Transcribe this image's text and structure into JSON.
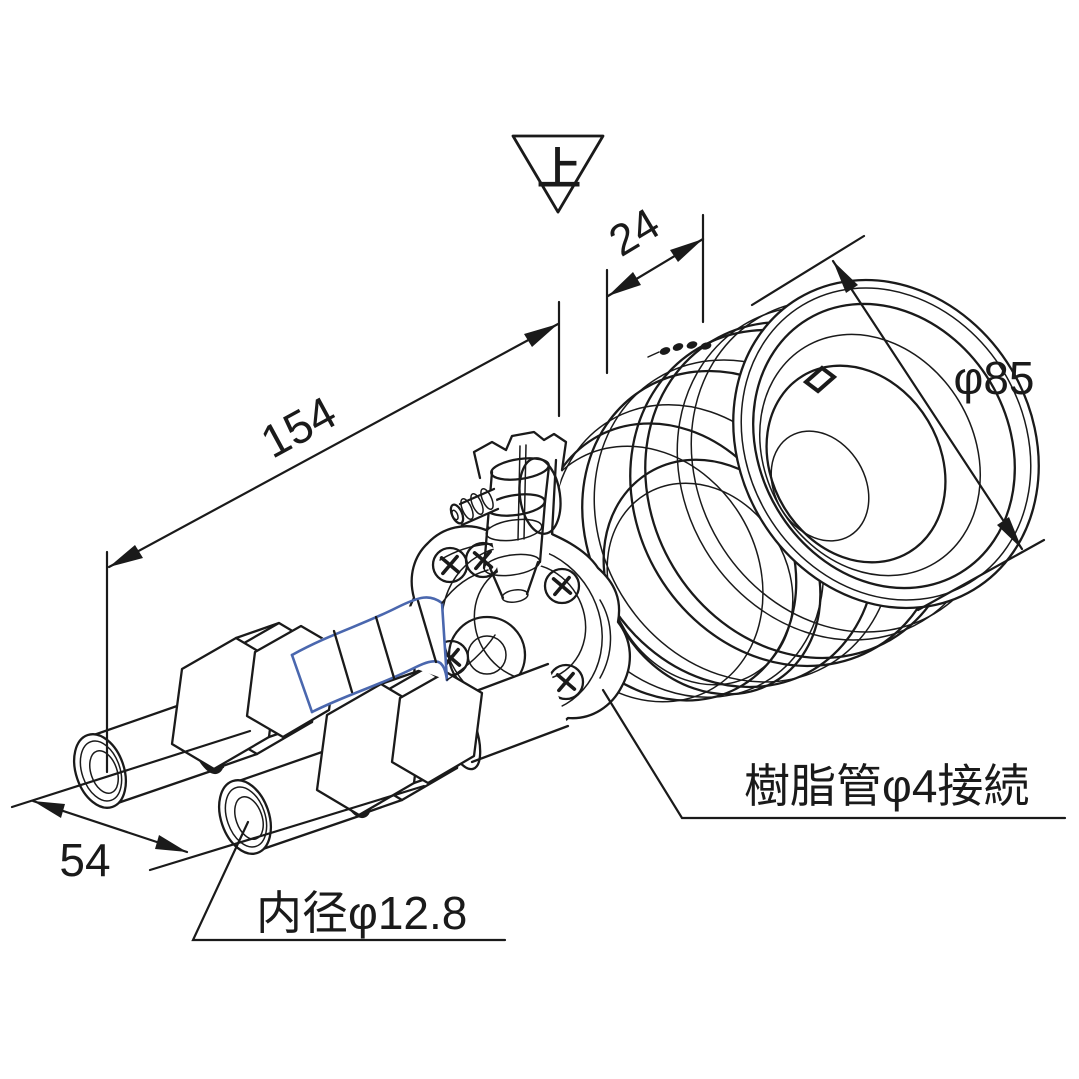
{
  "page": {
    "background": "#ffffff"
  },
  "drawing": {
    "kind": "isometric-technical-line-drawing",
    "line_color": "#1a1a1a",
    "highlight_tube_color": "#4a67ae",
    "orientation_mark": "上",
    "dimensions": {
      "rim_width": "24",
      "bell_diameter": "φ85",
      "overall_length": "154",
      "pipe_pitch": "54"
    },
    "callouts": {
      "inner_diameter": "内径φ12.8",
      "resin_pipe": "樹脂管φ4接続"
    }
  }
}
